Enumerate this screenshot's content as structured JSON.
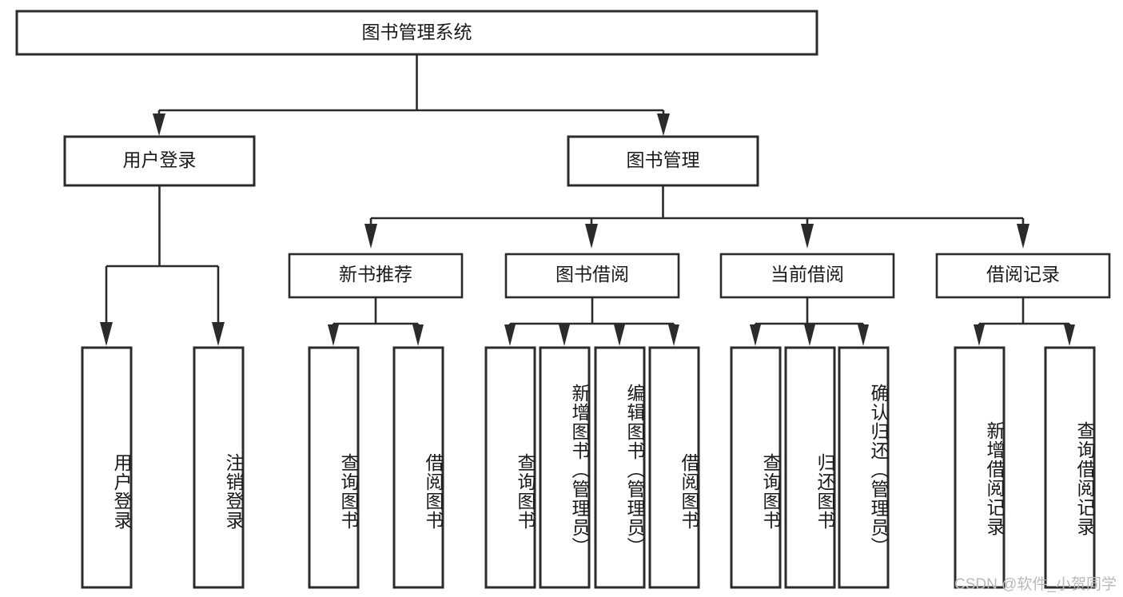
{
  "diagram": {
    "title": "图书管理系统",
    "type": "tree",
    "watermark": "CSDN @软件_小贺同学",
    "colors": {
      "background": "#ffffff",
      "box_stroke": "#2b2b2b",
      "box_fill": "#ffffff",
      "text": "#1a1a1a",
      "watermark": "#b9b9b9"
    },
    "root": {
      "label": "图书管理系统"
    },
    "level2": [
      {
        "label": "用户登录"
      },
      {
        "label": "图书管理"
      }
    ],
    "level3": [
      {
        "label": "新书推荐"
      },
      {
        "label": "图书借阅"
      },
      {
        "label": "当前借阅"
      },
      {
        "label": "借阅记录"
      }
    ],
    "leaves": [
      {
        "label": "用户登录",
        "parent": "用户登录"
      },
      {
        "label": "注销登录",
        "parent": "用户登录"
      },
      {
        "label": "查询图书",
        "parent": "新书推荐"
      },
      {
        "label": "借阅图书",
        "parent": "新书推荐"
      },
      {
        "label": "查询图书",
        "parent": "图书借阅"
      },
      {
        "label": "新增图书（管理员）",
        "parent": "图书借阅"
      },
      {
        "label": "编辑图书（管理员）",
        "parent": "图书借阅"
      },
      {
        "label": "借阅图书",
        "parent": "图书借阅"
      },
      {
        "label": "查询图书",
        "parent": "当前借阅"
      },
      {
        "label": "归还图书",
        "parent": "当前借阅"
      },
      {
        "label": "确认归还（管理员）",
        "parent": "当前借阅"
      },
      {
        "label": "新增借阅记录",
        "parent": "借阅记录"
      },
      {
        "label": "查询借阅记录",
        "parent": "借阅记录"
      }
    ]
  }
}
